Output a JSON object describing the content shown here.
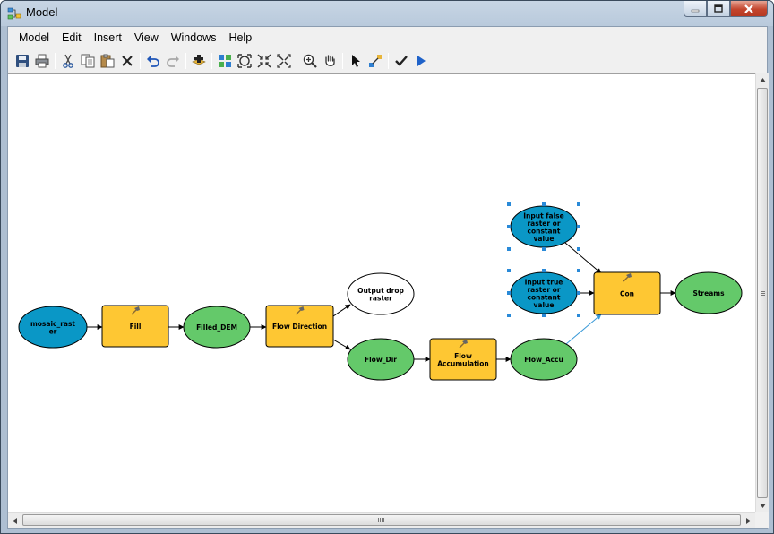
{
  "window": {
    "title": "Model",
    "icon": "model-icon",
    "buttons": [
      "minimize-icon",
      "maximize-icon",
      "close-icon"
    ]
  },
  "menu": [
    "Model",
    "Edit",
    "Insert",
    "View",
    "Windows",
    "Help"
  ],
  "toolbar": [
    "save-icon",
    "print-icon",
    "|",
    "cut-icon",
    "copy-icon",
    "paste-icon",
    "delete-icon",
    "|",
    "undo-icon",
    "redo-icon",
    "|",
    "add-data-icon",
    "|",
    "auto-layout-icon",
    "full-extent-icon",
    "fixed-zoom-in-icon",
    "fixed-zoom-out-icon",
    "|",
    "zoom-in-icon",
    "pan-icon",
    "|",
    "select-icon",
    "connect-icon",
    "|",
    "validate-icon",
    "run-icon"
  ],
  "model": {
    "nodes": {
      "mosaic_raster": {
        "lines": [
          "mosaic_rast",
          "er"
        ],
        "kind": "input"
      },
      "fill": {
        "lines": [
          "Fill"
        ],
        "kind": "tool"
      },
      "filled_dem": {
        "lines": [
          "Filled_DEM"
        ],
        "kind": "output"
      },
      "flow_direction": {
        "lines": [
          "Flow Direction"
        ],
        "kind": "tool"
      },
      "output_drop_raster": {
        "lines": [
          "Output drop",
          "raster"
        ],
        "kind": "empty"
      },
      "flow_dir": {
        "lines": [
          "Flow_Dir"
        ],
        "kind": "output"
      },
      "flow_accumulation": {
        "lines": [
          "Flow",
          "Accumulation"
        ],
        "kind": "tool"
      },
      "flow_accu": {
        "lines": [
          "Flow_Accu"
        ],
        "kind": "output"
      },
      "input_false": {
        "lines": [
          "Input false",
          "raster or",
          "constant",
          "value"
        ],
        "kind": "input",
        "selected": true
      },
      "input_true": {
        "lines": [
          "Input true",
          "raster or",
          "constant",
          "value"
        ],
        "kind": "input",
        "selected": true
      },
      "con": {
        "lines": [
          "Con"
        ],
        "kind": "tool"
      },
      "streams": {
        "lines": [
          "Streams"
        ],
        "kind": "output"
      }
    },
    "colors": {
      "input": "#0a97c6",
      "tool": "#fec733",
      "output": "#64c96a",
      "empty": "#ffffff",
      "selection": "#2a8ad8",
      "selected_connector": "#3a9ad8"
    }
  }
}
